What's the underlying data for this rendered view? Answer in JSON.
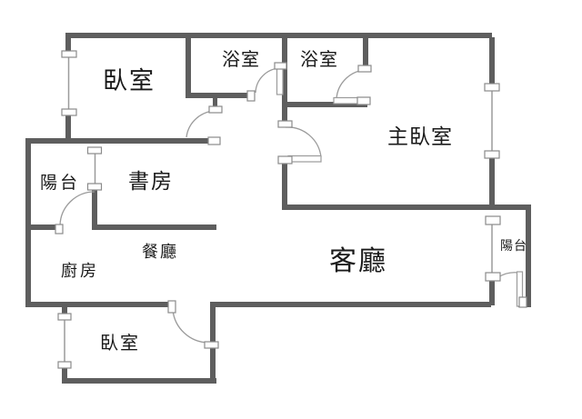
{
  "diagram": {
    "kind": "apartment-floor-plan"
  },
  "colors": {
    "wall": "#5e5e5e",
    "thin_line": "#9b9b9b",
    "door_arc": "#9b9b9b",
    "cap_fill": "#ffffff",
    "cap_border": "#8a8a8a",
    "label": "#1a1a1a",
    "background": "#ffffff"
  },
  "rooms": {
    "bedroom_top": {
      "label": "臥室"
    },
    "bathroom_1": {
      "label": "浴室"
    },
    "bathroom_2": {
      "label": "浴室"
    },
    "master_bedroom": {
      "label": "主臥室"
    },
    "balcony_left": {
      "label": "陽台"
    },
    "study": {
      "label": "書房"
    },
    "dining_room": {
      "label": "餐廳"
    },
    "kitchen": {
      "label": "廚房"
    },
    "living_room": {
      "label": "客廳"
    },
    "balcony_right": {
      "label": "陽台"
    },
    "bedroom_bottom": {
      "label": "臥室"
    }
  }
}
